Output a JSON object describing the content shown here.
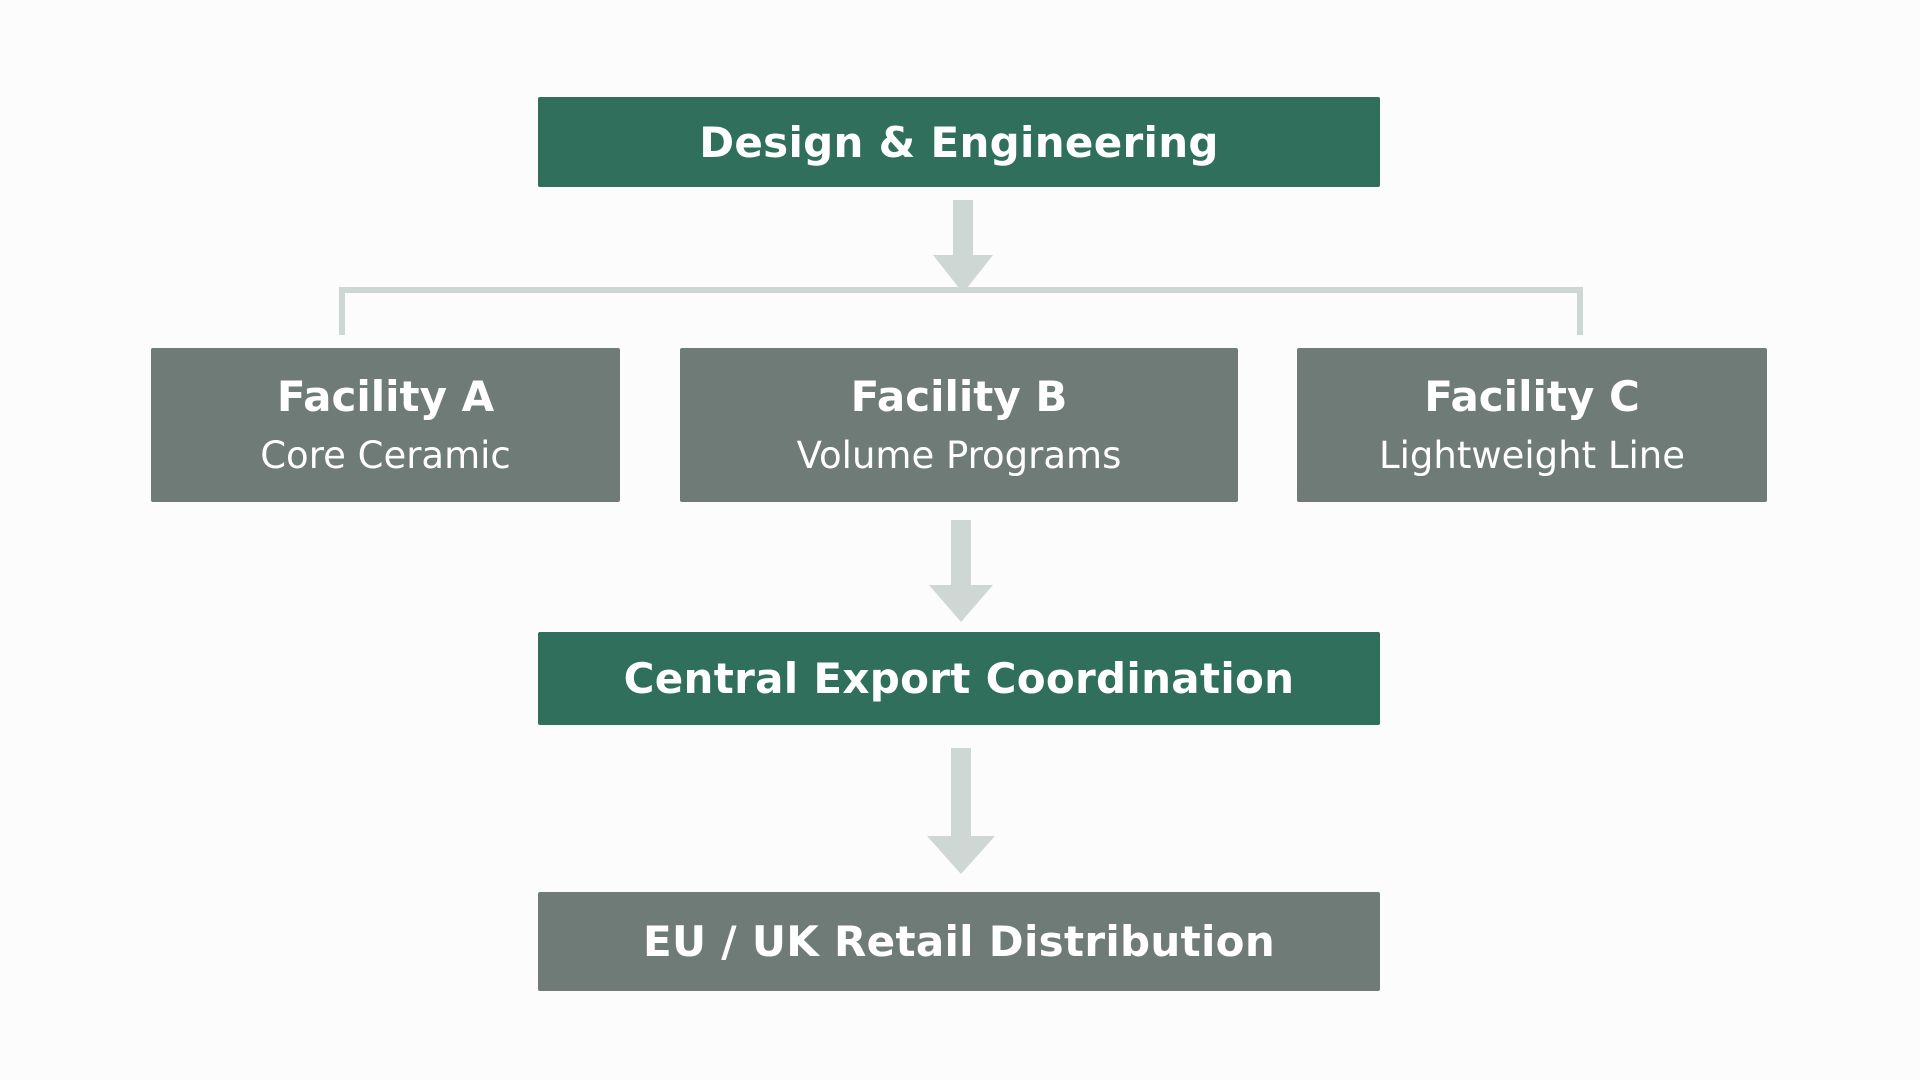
{
  "diagram": {
    "top_box": "Design & Engineering",
    "facilities": [
      {
        "title": "Facility A",
        "subtitle": "Core Ceramic"
      },
      {
        "title": "Facility B",
        "subtitle": "Volume Programs"
      },
      {
        "title": "Facility C",
        "subtitle": "Lightweight Line"
      }
    ],
    "middle_box": "Central Export Coordination",
    "bottom_box": "EU / UK Retail Distribution"
  },
  "colors": {
    "primary_green": "#2f6f5b",
    "secondary_grey": "#6f7b77",
    "connector": "#cfd7d4",
    "background": "#fbfcfb"
  }
}
